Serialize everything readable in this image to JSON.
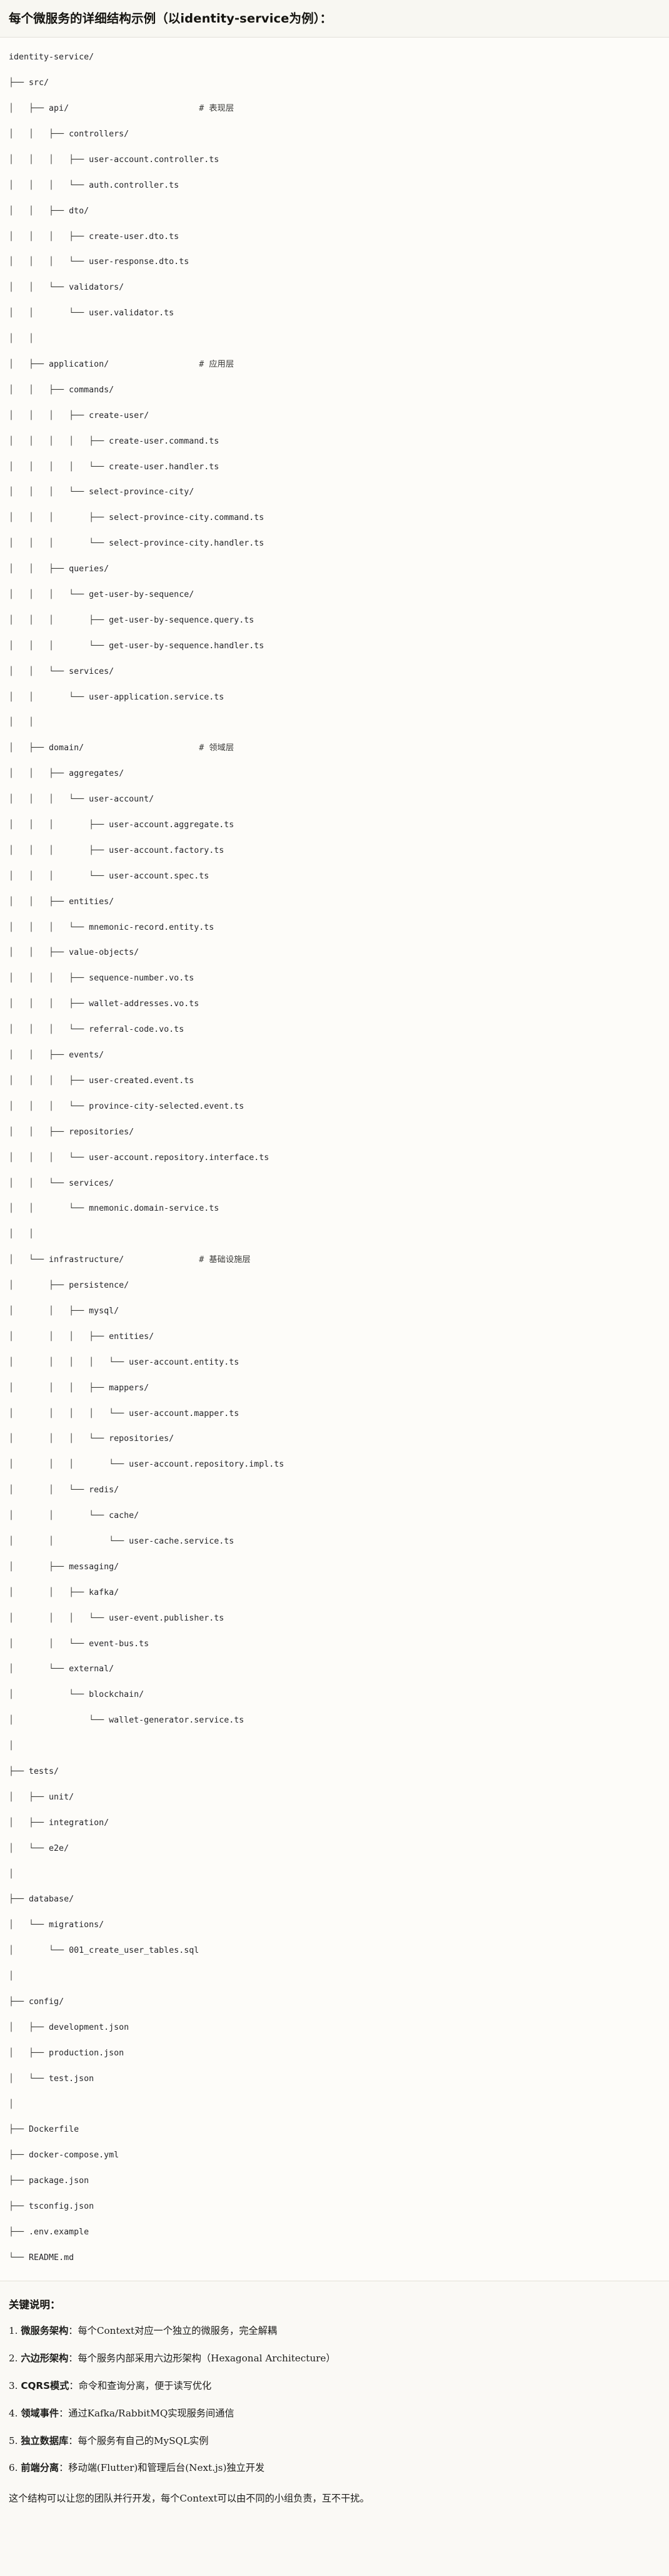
{
  "header": {
    "title": "每个微服务的详细结构示例（以identity-service为例）："
  },
  "tree": {
    "root": "identity-service/",
    "rows": [
      {
        "branch": "",
        "name": "identity-service/",
        "comment": ""
      },
      {
        "branch": "├── ",
        "name": "src/",
        "comment": ""
      },
      {
        "branch": "│   ├── ",
        "name": "api/",
        "comment": "# 表现层"
      },
      {
        "branch": "│   │   ├── ",
        "name": "controllers/",
        "comment": ""
      },
      {
        "branch": "│   │   │   ├── ",
        "name": "user-account.controller.ts",
        "comment": ""
      },
      {
        "branch": "│   │   │   └── ",
        "name": "auth.controller.ts",
        "comment": ""
      },
      {
        "branch": "│   │   ├── ",
        "name": "dto/",
        "comment": ""
      },
      {
        "branch": "│   │   │   ├── ",
        "name": "create-user.dto.ts",
        "comment": ""
      },
      {
        "branch": "│   │   │   └── ",
        "name": "user-response.dto.ts",
        "comment": ""
      },
      {
        "branch": "│   │   └── ",
        "name": "validators/",
        "comment": ""
      },
      {
        "branch": "│   │       └── ",
        "name": "user.validator.ts",
        "comment": ""
      },
      {
        "branch": "│   │",
        "name": "",
        "comment": ""
      },
      {
        "branch": "│   ├── ",
        "name": "application/",
        "comment": "# 应用层"
      },
      {
        "branch": "│   │   ├── ",
        "name": "commands/",
        "comment": ""
      },
      {
        "branch": "│   │   │   ├── ",
        "name": "create-user/",
        "comment": ""
      },
      {
        "branch": "│   │   │   │   ├── ",
        "name": "create-user.command.ts",
        "comment": ""
      },
      {
        "branch": "│   │   │   │   └── ",
        "name": "create-user.handler.ts",
        "comment": ""
      },
      {
        "branch": "│   │   │   └── ",
        "name": "select-province-city/",
        "comment": ""
      },
      {
        "branch": "│   │   │       ├── ",
        "name": "select-province-city.command.ts",
        "comment": ""
      },
      {
        "branch": "│   │   │       └── ",
        "name": "select-province-city.handler.ts",
        "comment": ""
      },
      {
        "branch": "│   │   ├── ",
        "name": "queries/",
        "comment": ""
      },
      {
        "branch": "│   │   │   └── ",
        "name": "get-user-by-sequence/",
        "comment": ""
      },
      {
        "branch": "│   │   │       ├── ",
        "name": "get-user-by-sequence.query.ts",
        "comment": ""
      },
      {
        "branch": "│   │   │       └── ",
        "name": "get-user-by-sequence.handler.ts",
        "comment": ""
      },
      {
        "branch": "│   │   └── ",
        "name": "services/",
        "comment": ""
      },
      {
        "branch": "│   │       └── ",
        "name": "user-application.service.ts",
        "comment": ""
      },
      {
        "branch": "│   │",
        "name": "",
        "comment": ""
      },
      {
        "branch": "│   ├── ",
        "name": "domain/",
        "comment": "# 领域层"
      },
      {
        "branch": "│   │   ├── ",
        "name": "aggregates/",
        "comment": ""
      },
      {
        "branch": "│   │   │   └── ",
        "name": "user-account/",
        "comment": ""
      },
      {
        "branch": "│   │   │       ├── ",
        "name": "user-account.aggregate.ts",
        "comment": ""
      },
      {
        "branch": "│   │   │       ├── ",
        "name": "user-account.factory.ts",
        "comment": ""
      },
      {
        "branch": "│   │   │       └── ",
        "name": "user-account.spec.ts",
        "comment": ""
      },
      {
        "branch": "│   │   ├── ",
        "name": "entities/",
        "comment": ""
      },
      {
        "branch": "│   │   │   └── ",
        "name": "mnemonic-record.entity.ts",
        "comment": ""
      },
      {
        "branch": "│   │   ├── ",
        "name": "value-objects/",
        "comment": ""
      },
      {
        "branch": "│   │   │   ├── ",
        "name": "sequence-number.vo.ts",
        "comment": ""
      },
      {
        "branch": "│   │   │   ├── ",
        "name": "wallet-addresses.vo.ts",
        "comment": ""
      },
      {
        "branch": "│   │   │   └── ",
        "name": "referral-code.vo.ts",
        "comment": ""
      },
      {
        "branch": "│   │   ├── ",
        "name": "events/",
        "comment": ""
      },
      {
        "branch": "│   │   │   ├── ",
        "name": "user-created.event.ts",
        "comment": ""
      },
      {
        "branch": "│   │   │   └── ",
        "name": "province-city-selected.event.ts",
        "comment": ""
      },
      {
        "branch": "│   │   ├── ",
        "name": "repositories/",
        "comment": ""
      },
      {
        "branch": "│   │   │   └── ",
        "name": "user-account.repository.interface.ts",
        "comment": ""
      },
      {
        "branch": "│   │   └── ",
        "name": "services/",
        "comment": ""
      },
      {
        "branch": "│   │       └── ",
        "name": "mnemonic.domain-service.ts",
        "comment": ""
      },
      {
        "branch": "│   │",
        "name": "",
        "comment": ""
      },
      {
        "branch": "│   └── ",
        "name": "infrastructure/",
        "comment": "# 基础设施层"
      },
      {
        "branch": "│       ├── ",
        "name": "persistence/",
        "comment": ""
      },
      {
        "branch": "│       │   ├── ",
        "name": "mysql/",
        "comment": ""
      },
      {
        "branch": "│       │   │   ├── ",
        "name": "entities/",
        "comment": ""
      },
      {
        "branch": "│       │   │   │   └── ",
        "name": "user-account.entity.ts",
        "comment": ""
      },
      {
        "branch": "│       │   │   ├── ",
        "name": "mappers/",
        "comment": ""
      },
      {
        "branch": "│       │   │   │   └── ",
        "name": "user-account.mapper.ts",
        "comment": ""
      },
      {
        "branch": "│       │   │   └── ",
        "name": "repositories/",
        "comment": ""
      },
      {
        "branch": "│       │   │       └── ",
        "name": "user-account.repository.impl.ts",
        "comment": ""
      },
      {
        "branch": "│       │   └── ",
        "name": "redis/",
        "comment": ""
      },
      {
        "branch": "│       │       └── ",
        "name": "cache/",
        "comment": ""
      },
      {
        "branch": "│       │           └── ",
        "name": "user-cache.service.ts",
        "comment": ""
      },
      {
        "branch": "│       ├── ",
        "name": "messaging/",
        "comment": ""
      },
      {
        "branch": "│       │   ├── ",
        "name": "kafka/",
        "comment": ""
      },
      {
        "branch": "│       │   │   └── ",
        "name": "user-event.publisher.ts",
        "comment": ""
      },
      {
        "branch": "│       │   └── ",
        "name": "event-bus.ts",
        "comment": ""
      },
      {
        "branch": "│       └── ",
        "name": "external/",
        "comment": ""
      },
      {
        "branch": "│           └── ",
        "name": "blockchain/",
        "comment": ""
      },
      {
        "branch": "│               └── ",
        "name": "wallet-generator.service.ts",
        "comment": ""
      },
      {
        "branch": "│",
        "name": "",
        "comment": ""
      },
      {
        "branch": "├── ",
        "name": "tests/",
        "comment": ""
      },
      {
        "branch": "│   ├── ",
        "name": "unit/",
        "comment": ""
      },
      {
        "branch": "│   ├── ",
        "name": "integration/",
        "comment": ""
      },
      {
        "branch": "│   └── ",
        "name": "e2e/",
        "comment": ""
      },
      {
        "branch": "│",
        "name": "",
        "comment": ""
      },
      {
        "branch": "├── ",
        "name": "database/",
        "comment": ""
      },
      {
        "branch": "│   └── ",
        "name": "migrations/",
        "comment": ""
      },
      {
        "branch": "│       └── ",
        "name": "001_create_user_tables.sql",
        "comment": ""
      },
      {
        "branch": "│",
        "name": "",
        "comment": ""
      },
      {
        "branch": "├── ",
        "name": "config/",
        "comment": ""
      },
      {
        "branch": "│   ├── ",
        "name": "development.json",
        "comment": ""
      },
      {
        "branch": "│   ├── ",
        "name": "production.json",
        "comment": ""
      },
      {
        "branch": "│   └── ",
        "name": "test.json",
        "comment": ""
      },
      {
        "branch": "│",
        "name": "",
        "comment": ""
      },
      {
        "branch": "├── ",
        "name": "Dockerfile",
        "comment": ""
      },
      {
        "branch": "├── ",
        "name": "docker-compose.yml",
        "comment": ""
      },
      {
        "branch": "├── ",
        "name": "package.json",
        "comment": ""
      },
      {
        "branch": "├── ",
        "name": "tsconfig.json",
        "comment": ""
      },
      {
        "branch": "├── ",
        "name": ".env.example",
        "comment": ""
      },
      {
        "branch": "└── ",
        "name": "README.md",
        "comment": ""
      }
    ],
    "comment_column": 38
  },
  "notes": {
    "heading": "关键说明：",
    "items": [
      {
        "num": "1.",
        "term": "微服务架构",
        "colon": "：",
        "desc": "每个Context对应一个独立的微服务，完全解耦"
      },
      {
        "num": "2.",
        "term": "六边形架构",
        "colon": "：",
        "desc": "每个服务内部采用六边形架构（Hexagonal Architecture）"
      },
      {
        "num": "3.",
        "term": "CQRS模式",
        "colon": "：",
        "desc": "命令和查询分离，便于读写优化"
      },
      {
        "num": "4.",
        "term": "领域事件",
        "colon": "：",
        "desc": "通过Kafka/RabbitMQ实现服务间通信"
      },
      {
        "num": "5.",
        "term": "独立数据库",
        "colon": "：",
        "desc": "每个服务有自己的MySQL实例"
      },
      {
        "num": "6.",
        "term": "前端分离",
        "colon": "：",
        "desc": "移动端(Flutter)和管理后台(Next.js)独立开发"
      }
    ],
    "closing": "这个结构可以让您的团队并行开发，每个Context可以由不同的小组负责，互不干扰。"
  },
  "colors": {
    "page_background": "#faf9f5",
    "header_background": "#f8f7f2",
    "code_background": "#fdfcf9",
    "divider": "#e3e1d9",
    "text": "#1a1a18"
  }
}
